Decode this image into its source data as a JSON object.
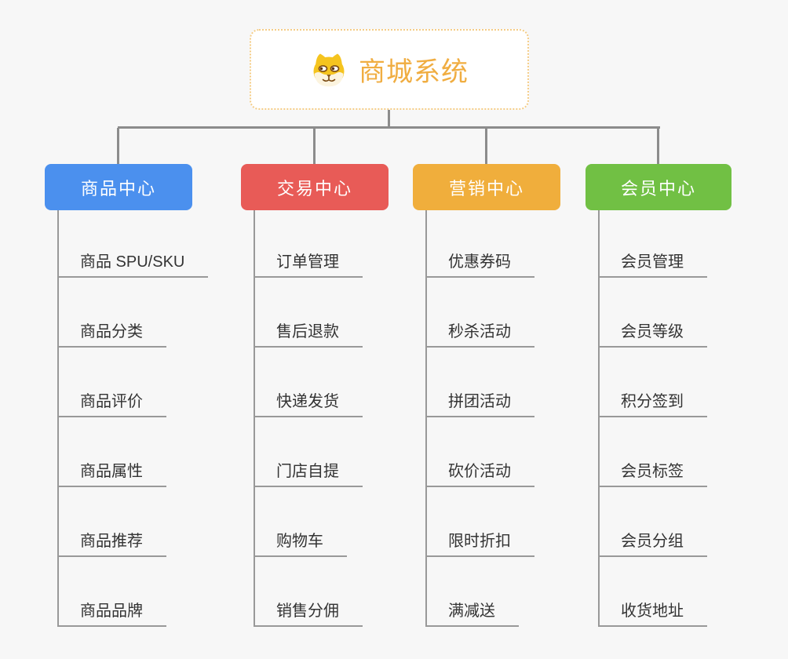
{
  "root": {
    "title": "商城系统",
    "title_color": "#F0AD41",
    "border_color": "#F4CC86",
    "icon": "shiba-dog-icon"
  },
  "connectors": {
    "color": "#8C8C8C",
    "leaf_line_color": "#999999"
  },
  "branches": [
    {
      "label": "商品中心",
      "color": "#4B90EE",
      "children": [
        "商品 SPU/SKU",
        "商品分类",
        "商品评价",
        "商品属性",
        "商品推荐",
        "商品品牌"
      ]
    },
    {
      "label": "交易中心",
      "color": "#E85B57",
      "children": [
        "订单管理",
        "售后退款",
        "快递发货",
        "门店自提",
        "购物车",
        "销售分佣"
      ]
    },
    {
      "label": "营销中心",
      "color": "#F0AE3C",
      "children": [
        "优惠券码",
        "秒杀活动",
        "拼团活动",
        "砍价活动",
        "限时折扣",
        "满减送"
      ]
    },
    {
      "label": "会员中心",
      "color": "#71C044",
      "children": [
        "会员管理",
        "会员等级",
        "积分签到",
        "会员标签",
        "会员分组",
        "收货地址"
      ]
    }
  ]
}
